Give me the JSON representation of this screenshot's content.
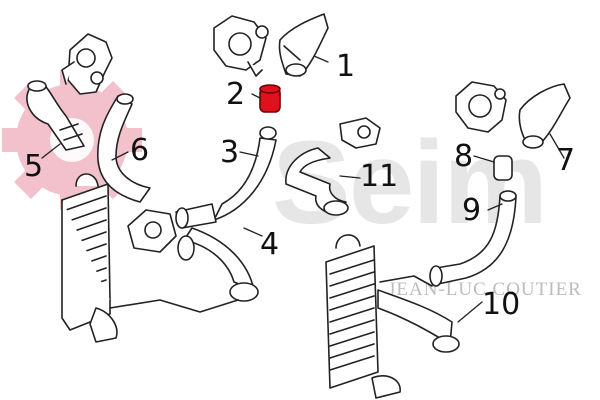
{
  "watermark": {
    "brand": "Seim",
    "subtitle": "JEAN-LUC COUTIER",
    "gear_color": "#f2b7c3"
  },
  "callouts": [
    "1",
    "2",
    "3",
    "4",
    "5",
    "6",
    "7",
    "8",
    "9",
    "10",
    "11"
  ],
  "highlight_color": "#e0101e",
  "line_color": "#222222"
}
